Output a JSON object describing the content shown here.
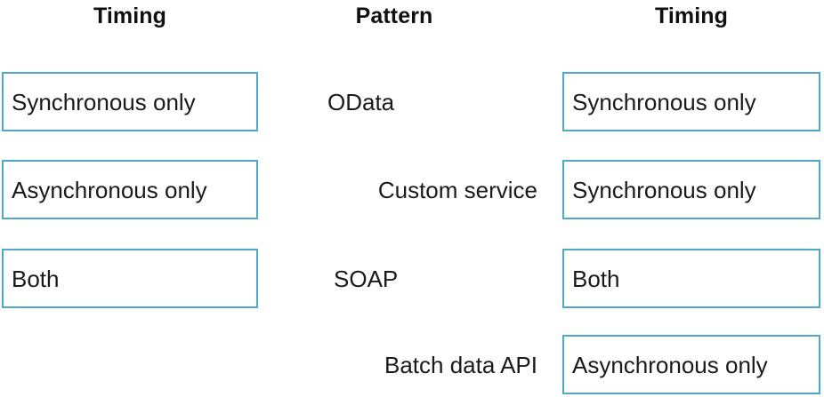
{
  "columns": {
    "left_header": "Timing",
    "middle_header": "Pattern",
    "right_header": "Timing"
  },
  "style": {
    "box_border_color": "#4fa8c8",
    "text_color": "#1a1a1a",
    "background_color": "#ffffff"
  },
  "left_options": [
    {
      "label": "Synchronous only"
    },
    {
      "label": "Asynchronous only"
    },
    {
      "label": "Both"
    }
  ],
  "patterns": [
    {
      "label": "OData"
    },
    {
      "label": "Custom service"
    },
    {
      "label": "SOAP"
    },
    {
      "label": "Batch data API"
    }
  ],
  "right_answers": [
    {
      "label": "Synchronous only"
    },
    {
      "label": "Synchronous only"
    },
    {
      "label": "Both"
    },
    {
      "label": "Asynchronous only"
    }
  ]
}
